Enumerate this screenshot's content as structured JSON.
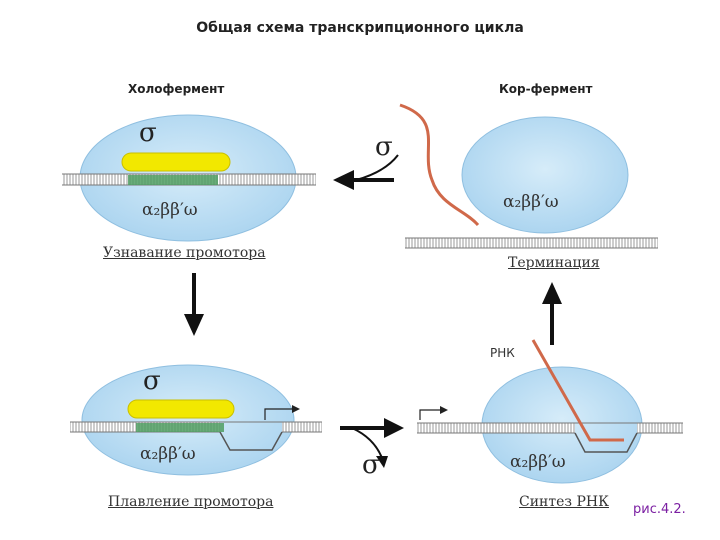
{
  "title": "Общая схема транскрипционного цикла",
  "headers": {
    "holoenzyme": "Холофермент",
    "core_enzyme": "Кор-фермент"
  },
  "stages": {
    "promoter_recognition": "Узнавание промотора",
    "termination": "Терминация",
    "promoter_melting": "Плавление промотора",
    "rna_synthesis": "Синтез РНК"
  },
  "subunits": {
    "sigma": "σ",
    "core_formula": "α₂ββ′ω"
  },
  "rna_label": "РНК",
  "figure_label": "рис.4.2.",
  "colors": {
    "enzyme_fill": "#b7dcf3",
    "sigma_factor": "#f2e800",
    "promoter": "#4f9e62",
    "rna": "#d0694a",
    "arrow": "#111111"
  }
}
